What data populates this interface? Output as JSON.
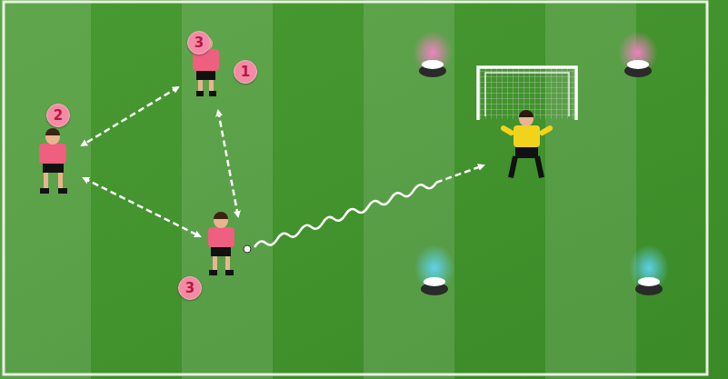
{
  "diagram": {
    "nodes": [
      {
        "text": [
          "3"
        ]
      },
      {
        "text": [
          "1"
        ]
      },
      {
        "text": [
          "2"
        ]
      },
      {
        "text": [
          "3"
        ]
      }
    ]
  }
}
